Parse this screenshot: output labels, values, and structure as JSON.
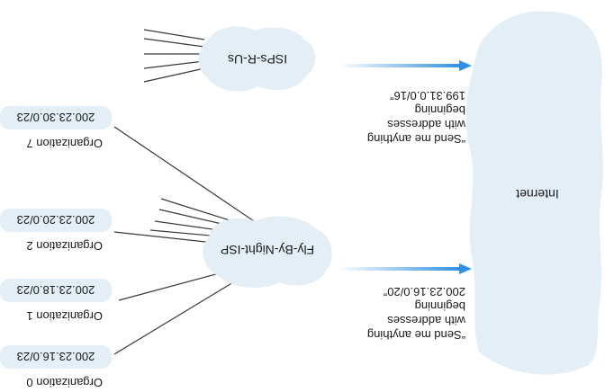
{
  "internet": {
    "label": "Internet"
  },
  "isps": {
    "top": {
      "label": "ISPs-R-Us"
    },
    "bottom": {
      "label": "Fly-By-Night-ISP"
    }
  },
  "organizations": [
    {
      "name": "Organization 0",
      "prefix": "200.23.16.0/23"
    },
    {
      "name": "Organization 1",
      "prefix": "200.23.18.0/23"
    },
    {
      "name": "Organization 2",
      "prefix": "200.23.20.0/23"
    },
    {
      "name": "Organization 7",
      "prefix": "200.23.30.0/23"
    }
  ],
  "advertisements": {
    "top": {
      "line1": "“Send me anything",
      "line2": "with addresses",
      "line3": "beginning",
      "line4": "199.31.0.0/16”"
    },
    "bottom": {
      "line1": "“Send me anything",
      "line2": "with addresses",
      "line3": "beginning",
      "line4": "200.23.16.0/20”"
    }
  },
  "colors": {
    "cloud_fill": "#e4eef6",
    "cloud_stroke": "#ffffff",
    "org_fill": "#e4eef6",
    "line": "#3a3a3a",
    "arrow_start": "#ffffff",
    "arrow_end": "#2f8fe0"
  }
}
